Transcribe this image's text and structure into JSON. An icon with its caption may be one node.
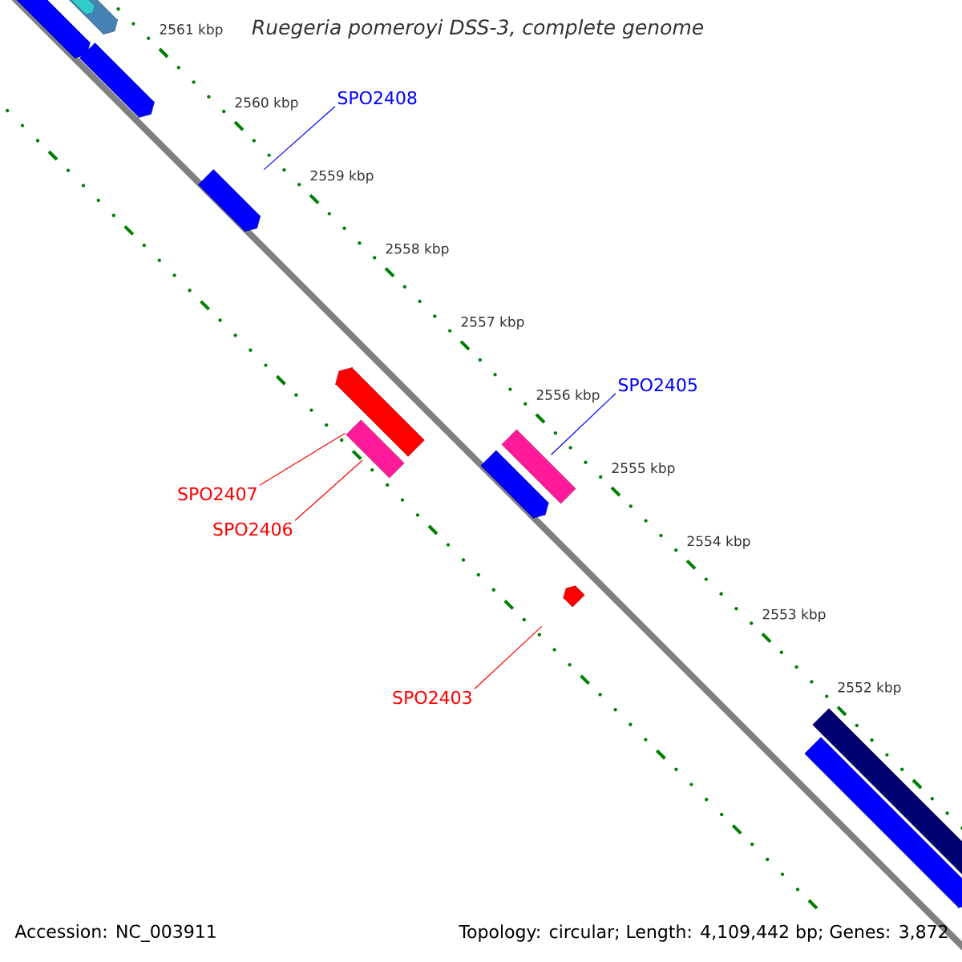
{
  "diagram": {
    "title": "Ruegeria pomeroyi DSS-3, complete genome",
    "nodes": [
      {
        "text": [
          "SPO2408"
        ]
      },
      {
        "text": [],
        "shape": "arrow"
      },
      {
        "text": [
          "SPO2407"
        ]
      },
      {
        "text": [],
        "shape": "arrow"
      },
      {
        "text": [
          "SPO2406"
        ]
      },
      {
        "text": [],
        "shape": "bar"
      },
      {
        "text": [
          "SPO2405"
        ]
      },
      {
        "text": [],
        "shape": "bar"
      },
      {
        "text": [
          "SPO2403"
        ]
      },
      {
        "text": [],
        "shape": "arrow"
      }
    ],
    "edges": [
      {
        "from": 0,
        "to": 1,
        "arrow": "none",
        "color": "#0000ff"
      },
      {
        "from": 2,
        "to": 3,
        "arrow": "none"
      },
      {
        "from": 4,
        "to": 5,
        "arrow": "none"
      },
      {
        "from": 6,
        "to": 7,
        "arrow": "none",
        "color": "#0000ff"
      },
      {
        "from": 8,
        "to": 9,
        "arrow": "none"
      }
    ],
    "labels": [
      "2561 kbp",
      "2560 kbp",
      "2559 kbp",
      "2558 kbp",
      "2557 kbp",
      "2556 kbp",
      "2555 kbp",
      "2554 kbp",
      "2553 kbp",
      "2552 kbp",
      "Accession: NC_003911",
      "Topology: circular; Length: 4,109,442 bp; Genes: 3,872"
    ]
  }
}
